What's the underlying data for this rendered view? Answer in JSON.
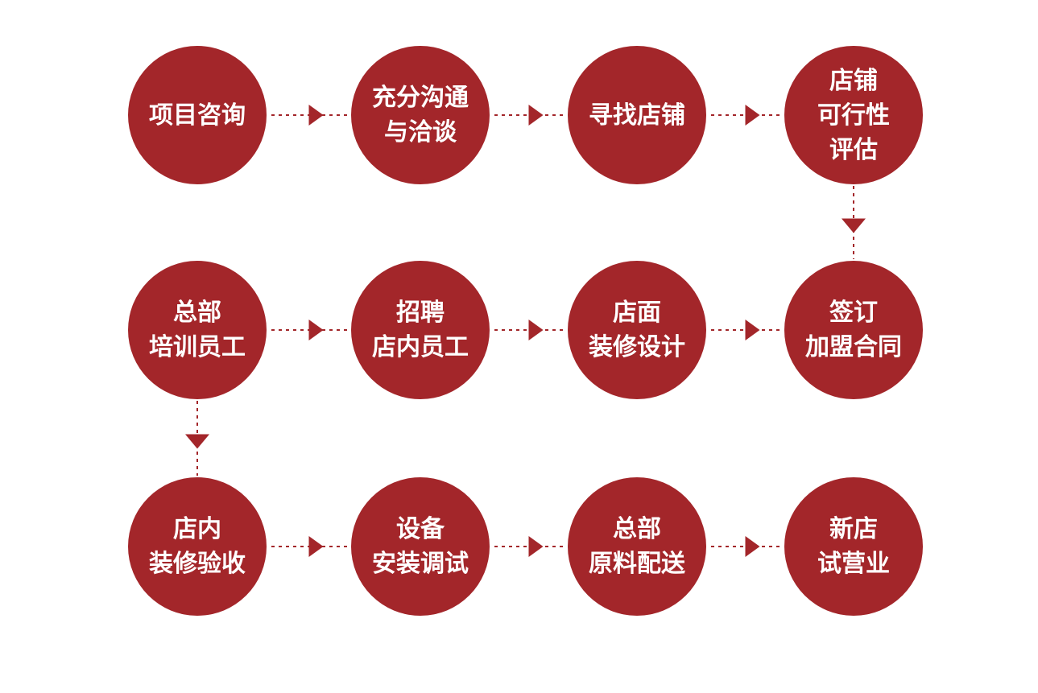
{
  "colors": {
    "circle_fill": "#A3262A",
    "circle_text": "#FFFFFF",
    "connector": "#A3262A",
    "background": "#FFFFFF"
  },
  "steps": [
    "项目咨询",
    "充分沟通\n与洽谈",
    "寻找店铺",
    "店铺\n可行性\n评估",
    "总部\n培训员工",
    "招聘\n店内员工",
    "店面\n装修设计",
    "签订\n加盟合同",
    "店内\n装修验收",
    "设备\n安装调试",
    "总部\n原料配送",
    "新店\n试营业"
  ],
  "connectors": [
    {
      "from": 0,
      "to": 1,
      "direction": "right"
    },
    {
      "from": 1,
      "to": 2,
      "direction": "right"
    },
    {
      "from": 2,
      "to": 3,
      "direction": "right"
    },
    {
      "from": 3,
      "to": 7,
      "direction": "down"
    },
    {
      "from": 4,
      "to": 5,
      "direction": "right"
    },
    {
      "from": 5,
      "to": 6,
      "direction": "right"
    },
    {
      "from": 6,
      "to": 7,
      "direction": "right"
    },
    {
      "from": 4,
      "to": 8,
      "direction": "down"
    },
    {
      "from": 8,
      "to": 9,
      "direction": "right"
    },
    {
      "from": 9,
      "to": 10,
      "direction": "right"
    },
    {
      "from": 10,
      "to": 11,
      "direction": "right"
    }
  ]
}
